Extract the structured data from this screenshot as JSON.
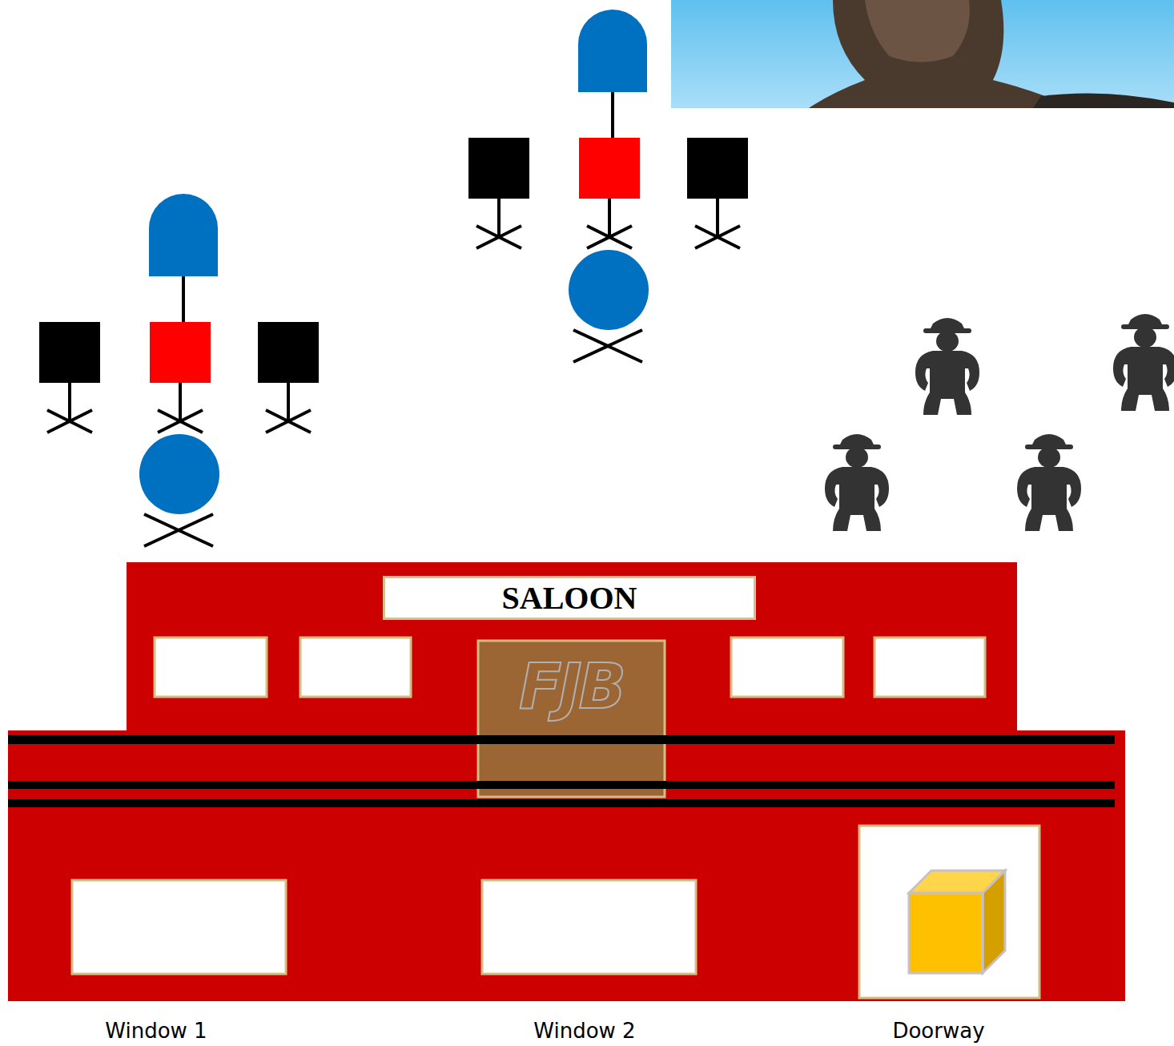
{
  "diagram": {
    "nodes": [
      {
        "text": [
          "SALOON"
        ]
      }
    ],
    "labels": [
      "Window 1",
      "Window 2",
      "Doorway",
      "FJB"
    ]
  }
}
